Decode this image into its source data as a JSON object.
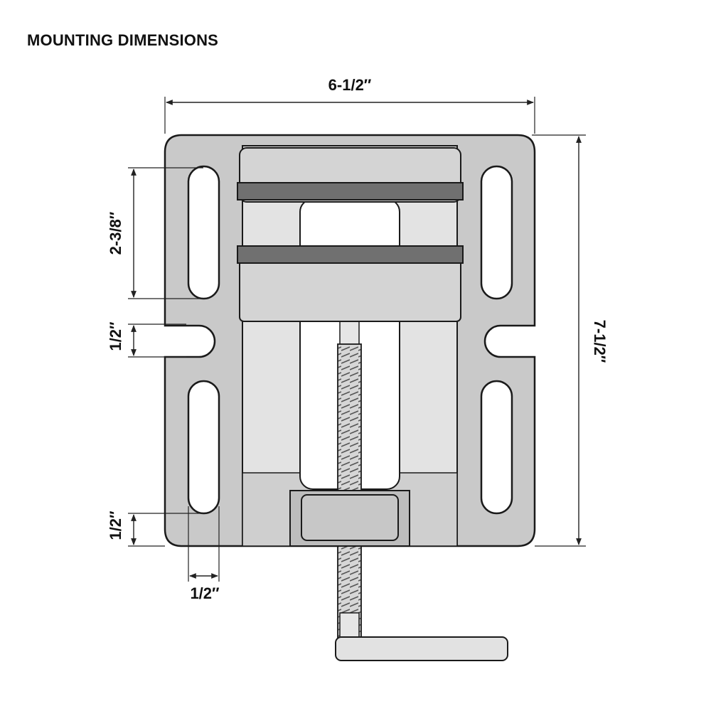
{
  "title": "MOUNTING DIMENSIONS",
  "dimensions": {
    "overall_width": "6-1/2″",
    "overall_height": "7-1/2″",
    "slot_length": "2-3/8″",
    "notch_width": "1/2″",
    "bottom_margin": "1/2″",
    "slot_width": "1/2″"
  },
  "colors": {
    "base_fill": "#c9c9c9",
    "light_fill": "#e3e3e3",
    "jaw_fill": "#d4d4d4",
    "jaw_insert": "#707070",
    "outline": "#1a1a1a",
    "dimension_line": "#222222",
    "background": "#ffffff"
  }
}
